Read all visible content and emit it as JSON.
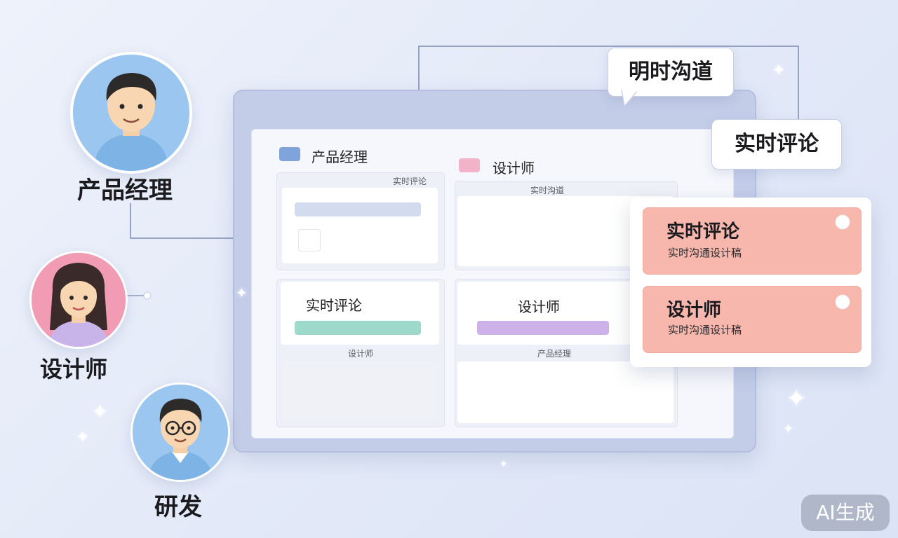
{
  "people": [
    {
      "label": "产品经理",
      "icon": "man-avatar-icon"
    },
    {
      "label": "设计师",
      "icon": "woman-avatar-icon"
    },
    {
      "label": "研发",
      "icon": "developer-avatar-icon"
    }
  ],
  "bubbles": {
    "communication": "明时沟道",
    "comment": "实时评论"
  },
  "board": {
    "tabs": [
      {
        "label": "产品经理",
        "color": "#7fa4db"
      },
      {
        "label": "设计师",
        "color": "#f2b3c8"
      }
    ],
    "cards": {
      "top_left_caption": "实时评论",
      "top_right_caption": "实时沟道",
      "bottom_left_title": "实时评论",
      "bottom_left_bar_color": "#9edacb",
      "bottom_left_caption": "设计师",
      "bottom_right_title": "设计师",
      "bottom_right_bar_color": "#cdb2ea",
      "bottom_right_caption": "产品经理"
    }
  },
  "comments": [
    {
      "title": "实时评论",
      "text": "实时沟通设计稿"
    },
    {
      "title": "设计师",
      "text": "实时沟通设计稿"
    }
  ],
  "watermark": "AI生成"
}
